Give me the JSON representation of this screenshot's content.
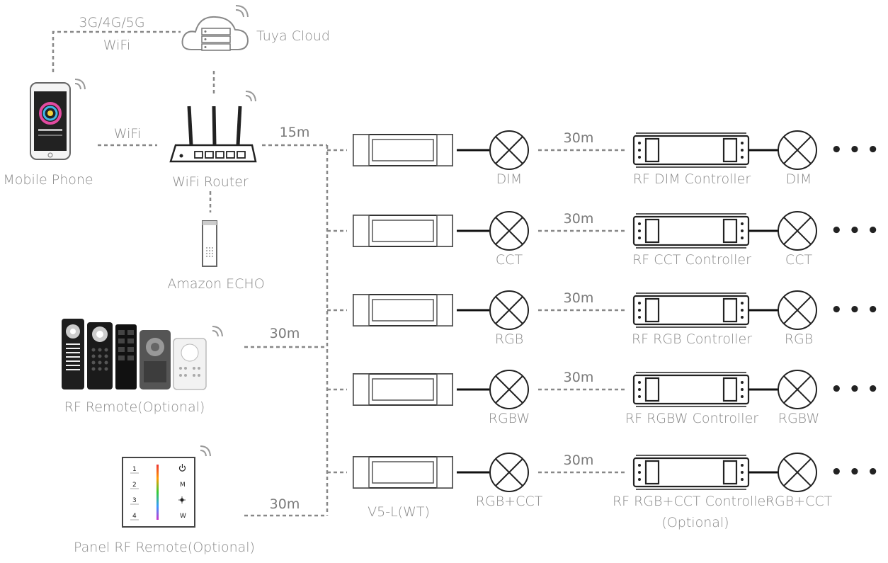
{
  "labels": {
    "net_cellular": "3G/4G/5G",
    "net_wifi_top": "WiFi",
    "tuya_cloud": "Tuya Cloud",
    "phone_wifi": "WiFi",
    "mobile_phone": "Mobile Phone",
    "wifi_router": "WiFi Router",
    "amazon_echo": "Amazon ECHO",
    "router_distance": "15m",
    "rf_remote": "RF Remote(Optional)",
    "rf_remote_distance": "30m",
    "panel_remote": "Panel RF Remote(Optional)",
    "panel_distance": "30m",
    "v5_label": "V5-L(WT)",
    "dots": "• • •"
  },
  "panel_keys": {
    "k1": "1",
    "k2": "2",
    "k3": "3",
    "k4": "4",
    "km": "M",
    "kw": "W"
  },
  "rows": [
    {
      "bulb": "DIM",
      "distance": "30m",
      "controller": "RF DIM Controller",
      "end_bulb": "DIM"
    },
    {
      "bulb": "CCT",
      "distance": "30m",
      "controller": "RF CCT Controller",
      "end_bulb": "CCT"
    },
    {
      "bulb": "RGB",
      "distance": "30m",
      "controller": "RF RGB Controller",
      "end_bulb": "RGB"
    },
    {
      "bulb": "RGBW",
      "distance": "30m",
      "controller": "RF RGBW Controller",
      "end_bulb": "RGBW"
    },
    {
      "bulb": "RGB+CCT",
      "distance": "30m",
      "controller": "RF RGB+CCT Controller",
      "controller_note": "(Optional)",
      "end_bulb": "RGB+CCT"
    }
  ],
  "colors": {
    "dash": "#888888",
    "text": "#8a8a8a",
    "line": "#111111"
  }
}
